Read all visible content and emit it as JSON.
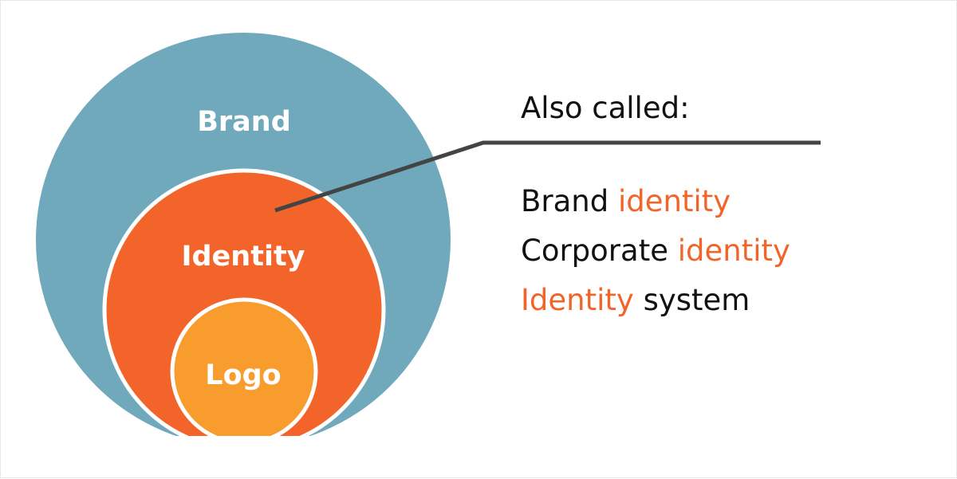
{
  "colors": {
    "brand": "#6fa9bb",
    "identity": "#f2642a",
    "logo": "#f99c2e",
    "ring": "#ffffff",
    "leader": "#444444",
    "accent": "#f2642a",
    "text": "#111111"
  },
  "circles": {
    "outer": {
      "label": "Brand"
    },
    "middle": {
      "label": "Identity"
    },
    "inner": {
      "label": "Logo"
    }
  },
  "callout": {
    "heading": "Also called:",
    "items": [
      {
        "parts": [
          {
            "text": "Brand ",
            "accent": false
          },
          {
            "text": "identity",
            "accent": true
          }
        ]
      },
      {
        "parts": [
          {
            "text": "Corporate ",
            "accent": false
          },
          {
            "text": "identity",
            "accent": true
          }
        ]
      },
      {
        "parts": [
          {
            "text": "Identity",
            "accent": true
          },
          {
            "text": " system",
            "accent": false
          }
        ]
      }
    ]
  }
}
